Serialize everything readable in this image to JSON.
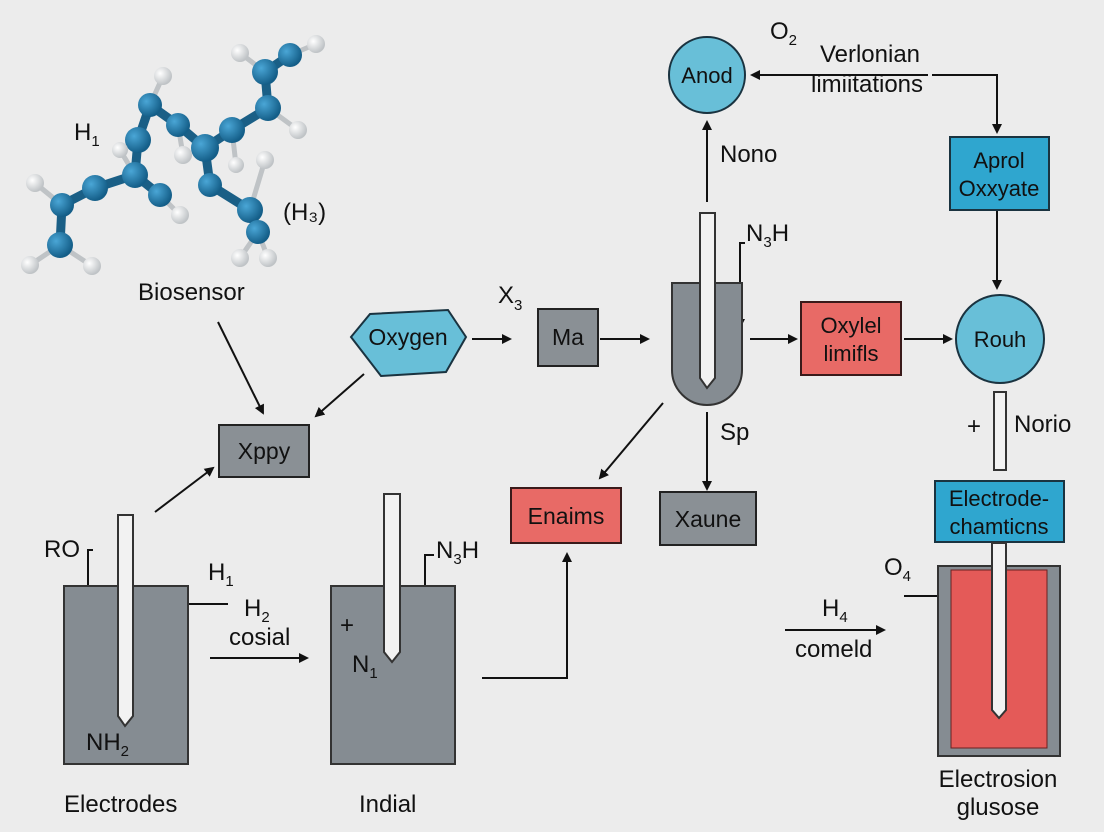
{
  "labels": {
    "biosensor": "Biosensor",
    "h1_mol": "H",
    "h1_mol_sub": "1",
    "h3_mol": "(H₃)",
    "oxygen": "Oxygen",
    "x3": "X",
    "x3_sub": "3",
    "ma": "Ma",
    "xppy": "Xppy",
    "n3h_top": "N",
    "n3h_top_sub": "3",
    "n3h_top_end": "H",
    "nono": "Nono",
    "o2": "O",
    "o2_sub": "2",
    "verlonian_line1": "Verlonian",
    "verlonian_line2": "limiitations",
    "anod": "Anod",
    "aprol_line1": "Aprol",
    "aprol_line2": "Oxxyate",
    "oxylel_line1": "Oxylel",
    "oxylel_line2": "limifls",
    "rouh": "Rouh",
    "sp": "Sp",
    "xaune": "Xaune",
    "enaims": "Enaims",
    "plus_right": "+",
    "norio": "Norio",
    "electrode_line1": "Electrode-",
    "electrode_line2": "chamticns",
    "o4": "O",
    "o4_sub": "4",
    "h4": "H",
    "h4_sub": "4",
    "comeld": "comeld",
    "electrosion_line1": "Electrosion",
    "electrosion_line2": "glusose",
    "ro": "RO",
    "h1_left": "H",
    "h1_left_sub": "1",
    "h2": "H",
    "h2_sub": "2",
    "cosial": "cosial",
    "nh2": "NH",
    "nh2_sub": "2",
    "electrodes": "Electrodes",
    "plus_mid": "+",
    "n1": "N",
    "n1_sub": "1",
    "n3h_mid": "N",
    "n3h_mid_sub": "3",
    "n3h_mid_end": "H",
    "indial": "Indial"
  },
  "colors": {
    "background": "#ececec",
    "atom_blue": "#1f78a8",
    "atom_white": "#f4f4f4",
    "light_blue": "#68bfd8",
    "cyan_box": "#2fa6cf",
    "red_box": "#e86a66",
    "gray_box": "#8a9095",
    "gray_tank": "#858c92",
    "red_fill": "#e45a58",
    "line": "#111111"
  }
}
